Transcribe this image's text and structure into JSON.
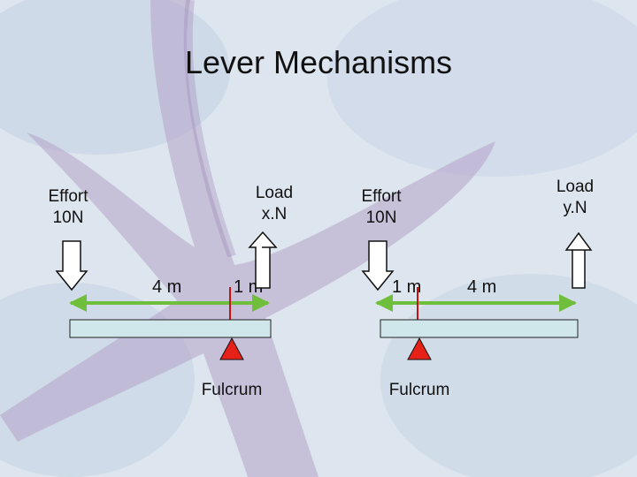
{
  "slide": {
    "title": "Lever Mechanisms"
  },
  "left_lever": {
    "effort_label": "Effort\n10N",
    "load_label": "Load\nx.N",
    "effort_distance": "4 m",
    "load_distance": "1 m",
    "fulcrum_label": "Fulcrum"
  },
  "right_lever": {
    "effort_label": "Effort\n10N",
    "load_label": "Load\ny.N",
    "effort_distance": "1 m",
    "load_distance": "4 m",
    "fulcrum_label": "Fulcrum"
  },
  "colors": {
    "beam_fill": "#cfe7ea",
    "dimension_arrow": "#6fbe3c",
    "fulcrum": "#e62117",
    "pivot_line": "#cc1010",
    "starfish": "#8a6fa3",
    "background": "#dfe6ef"
  },
  "icons": {
    "effort_arrow": "hollow-down-arrow",
    "load_arrow": "hollow-up-arrow",
    "fulcrum": "red-triangle"
  }
}
